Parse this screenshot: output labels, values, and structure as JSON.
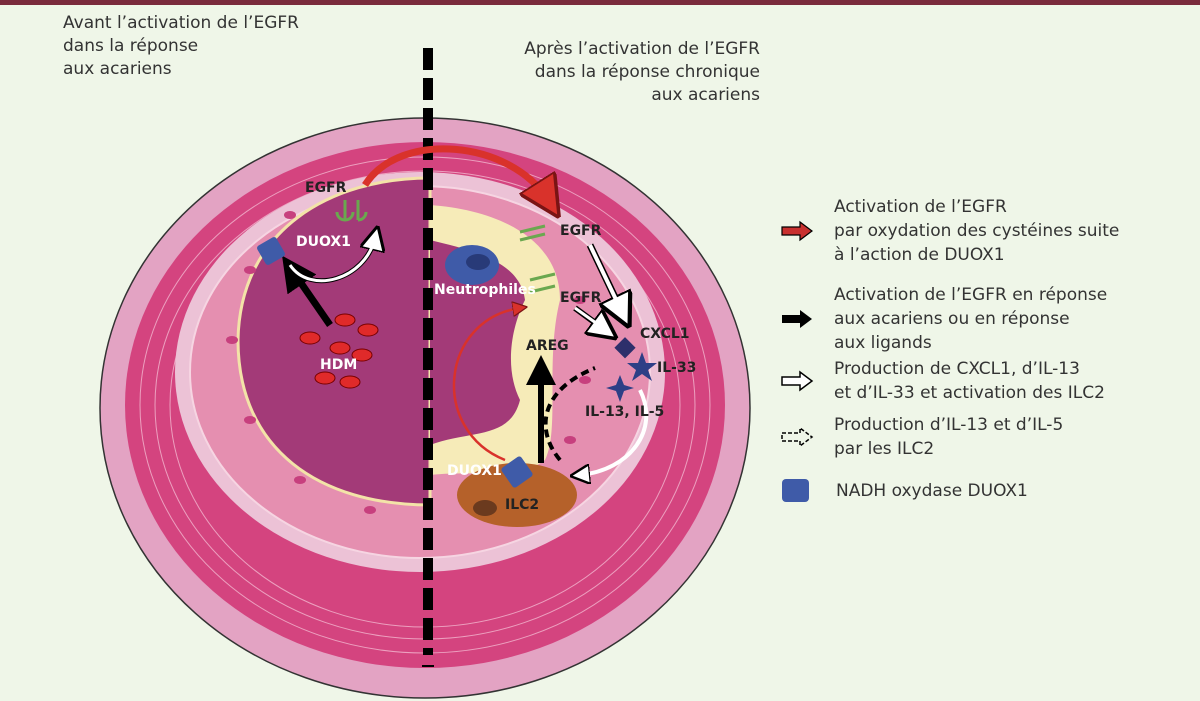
{
  "captions": {
    "before": "Avant l’activation de l’EGFR\ndans la réponse\naux acariens",
    "after": "Après l’activation de l’EGFR\ndans la réponse chronique\naux acariens"
  },
  "labels": {
    "egfr_left": "EGFR",
    "duox1_left": "DUOX1",
    "hdm": "HDM",
    "egfr_right_1": "EGFR",
    "egfr_right_2": "EGFR",
    "neutrophiles": "Neutrophiles",
    "areg": "AREG",
    "cxcl1": "CXCL1",
    "il33": "IL-33",
    "il13_il5": "IL-13, IL-5",
    "duox1_right": "DUOX1",
    "ilc2": "ILC2"
  },
  "legend": [
    {
      "icon": "red-arrow-icon",
      "text": "Activation de l’EGFR\npar oxydation des cystéines suite\nà l’action de DUOX1"
    },
    {
      "icon": "black-arrow-icon",
      "text": "Activation de l’EGFR en réponse\naux acariens ou en réponse\naux ligands"
    },
    {
      "icon": "white-arrow-icon",
      "text": "Production de CXCL1, d’IL-13\net d’IL-33 et activation des ILC2"
    },
    {
      "icon": "dashed-arrow-icon",
      "text": "Production d’IL-13 et d’IL-5\npar les ILC2"
    },
    {
      "icon": "blue-square-icon",
      "text": "NADH oxydase DUOX1"
    }
  ],
  "colors": {
    "background": "#eff6e8",
    "outer_ring": "#e3a3c3",
    "muscle": "#d4447f",
    "epithelium": "#e58fb0",
    "lumen": "#a33a78",
    "mucus": "#f6ebb8",
    "duox1": "#3f5ba8",
    "red_arrow": "#c8302f",
    "ilc2": "#b5612a",
    "egfr": "#6aa84f"
  }
}
